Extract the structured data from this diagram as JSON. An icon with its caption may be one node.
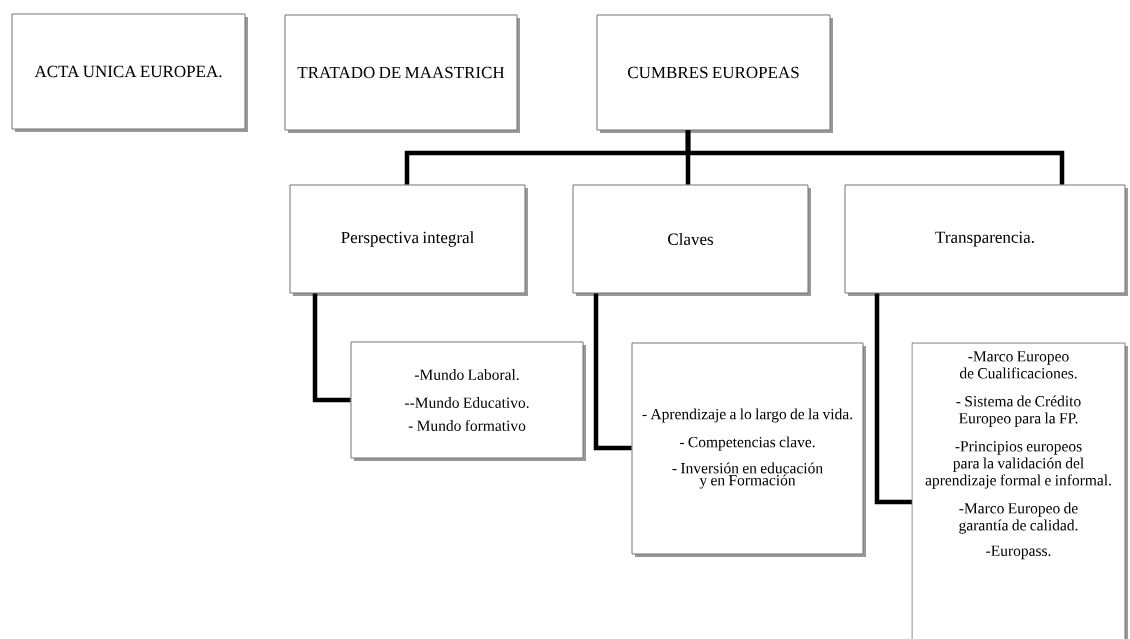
{
  "diagram": {
    "nodes": [
      {
        "text": [
          "ACTA UNICA EUROPEA."
        ]
      },
      {
        "text": [
          "TRATADO DE MAASTRICH"
        ]
      },
      {
        "text": [
          "CUMBRES EUROPEAS"
        ]
      },
      {
        "text": [
          "Perspectiva integral"
        ]
      },
      {
        "text": [
          "Claves"
        ]
      },
      {
        "text": [
          "Transparencia."
        ]
      },
      {
        "text": [
          "-Mundo Laboral.",
          "--Mundo Educativo.",
          "- Mundo formativo"
        ]
      },
      {
        "text": [
          "- Aprendizaje a lo largo de la vida.",
          "- Competencias clave.",
          "- Inversión en educación y en Formación"
        ]
      },
      {
        "text": [
          "-Marco Europeo de Cualificaciones.",
          "- Sistema de Crédito Europeo para la FP.",
          "-Principios europeos para la validación del aprendizaje formal e informal.",
          "-Marco Europeo de garantía de calidad.",
          "-Europass."
        ]
      }
    ],
    "edges": [
      {
        "from": 2,
        "to": 3,
        "arrow": "none"
      },
      {
        "from": 2,
        "to": 4,
        "arrow": "none"
      },
      {
        "from": 2,
        "to": 5,
        "arrow": "none"
      },
      {
        "from": 3,
        "to": 6,
        "arrow": "none"
      },
      {
        "from": 4,
        "to": 7,
        "arrow": "none"
      },
      {
        "from": 5,
        "to": 8,
        "arrow": "none"
      }
    ]
  }
}
